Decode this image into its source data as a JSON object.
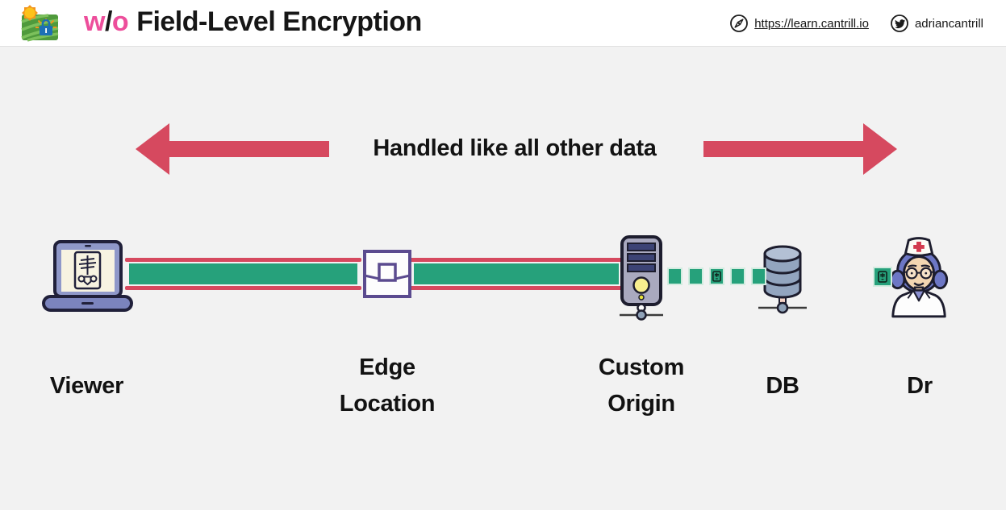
{
  "header": {
    "logo": {
      "icon": "cantrill-farm-logo"
    },
    "title": {
      "wo_w": "w",
      "wo_slash": "/",
      "wo_o": "o",
      "rest": "Field-Level Encryption"
    },
    "site_link": {
      "icon": "compass-icon",
      "label": "https://learn.cantrill.io"
    },
    "twitter": {
      "icon": "twitter-icon",
      "label": "adriancantrill"
    }
  },
  "banner": {
    "text": "Handled like all other data"
  },
  "diagram": {
    "nodes": [
      {
        "id": "viewer",
        "label": "Viewer",
        "icon": "laptop-xray-icon"
      },
      {
        "id": "edge-location",
        "label": "Edge Location",
        "icon": "edge-location-icon"
      },
      {
        "id": "custom-origin",
        "label": "Custom Origin",
        "icon": "server-tower-icon"
      },
      {
        "id": "db",
        "label": "DB",
        "icon": "database-icon"
      },
      {
        "id": "dr",
        "label": "Dr",
        "icon": "doctor-icon"
      }
    ],
    "pipes": [
      {
        "from": "viewer",
        "to": "edge-location",
        "style": "green-bar-with-red-rails"
      },
      {
        "from": "edge-location",
        "to": "custom-origin",
        "style": "green-bar-with-red-rails"
      }
    ],
    "data_blocks": {
      "between_origin_and_db": 5,
      "near_dr": 1,
      "block_icon": "xray-record-icon"
    }
  },
  "colors": {
    "header_bg": "#ffffff",
    "page_bg": "#f2f2f2",
    "accent_pink": "#ed4e9b",
    "arrow_red": "#d6495f",
    "pipe_green": "#26a17b",
    "outline_purple": "#5b4b8f",
    "ink": "#141414"
  }
}
